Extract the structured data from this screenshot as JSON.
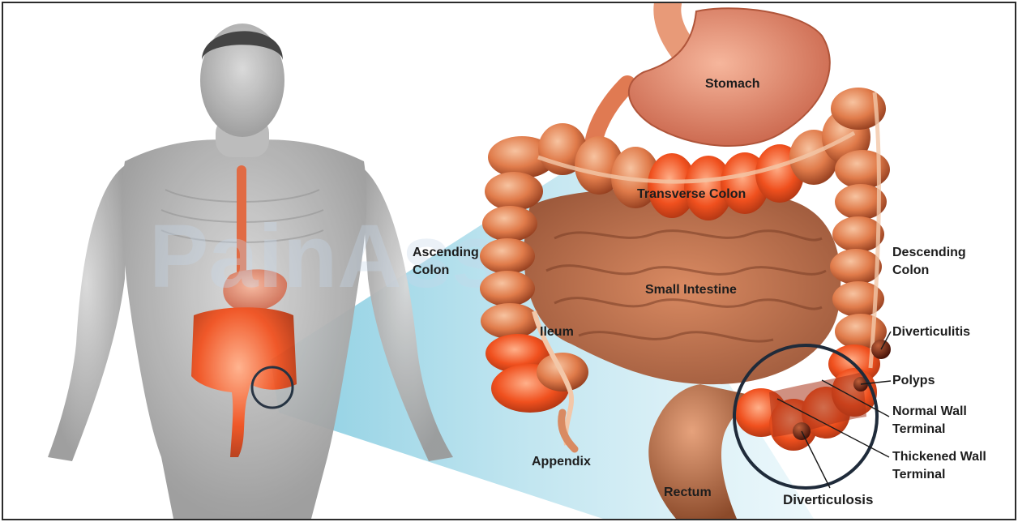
{
  "watermark": "PainAssist.com",
  "labels": {
    "stomach": "Stomach",
    "transverse_colon": "Transverse Colon",
    "ascending_colon_1": "Ascending",
    "ascending_colon_2": "Colon",
    "descending_colon_1": "Descending",
    "descending_colon_2": "Colon",
    "small_intestine": "Small Intestine",
    "ileum": "Ileum",
    "appendix": "Appendix",
    "rectum": "Rectum",
    "diverticulitis": "Diverticulitis",
    "polyps": "Polyps",
    "normal_wall_1": "Normal Wall",
    "normal_wall_2": "Terminal",
    "thickened_wall_1": "Thickened Wall",
    "thickened_wall_2": "Terminal",
    "diverticulosis": "Diverticulosis"
  },
  "colors": {
    "body": "#bdbdbd",
    "colon": "#e8875a",
    "colon_dark": "#b9522a",
    "intestine": "#c9704a",
    "highlight": "#ff4a1a",
    "zoom_beam": "#a9dcea",
    "circle": "#1f2b3a"
  }
}
